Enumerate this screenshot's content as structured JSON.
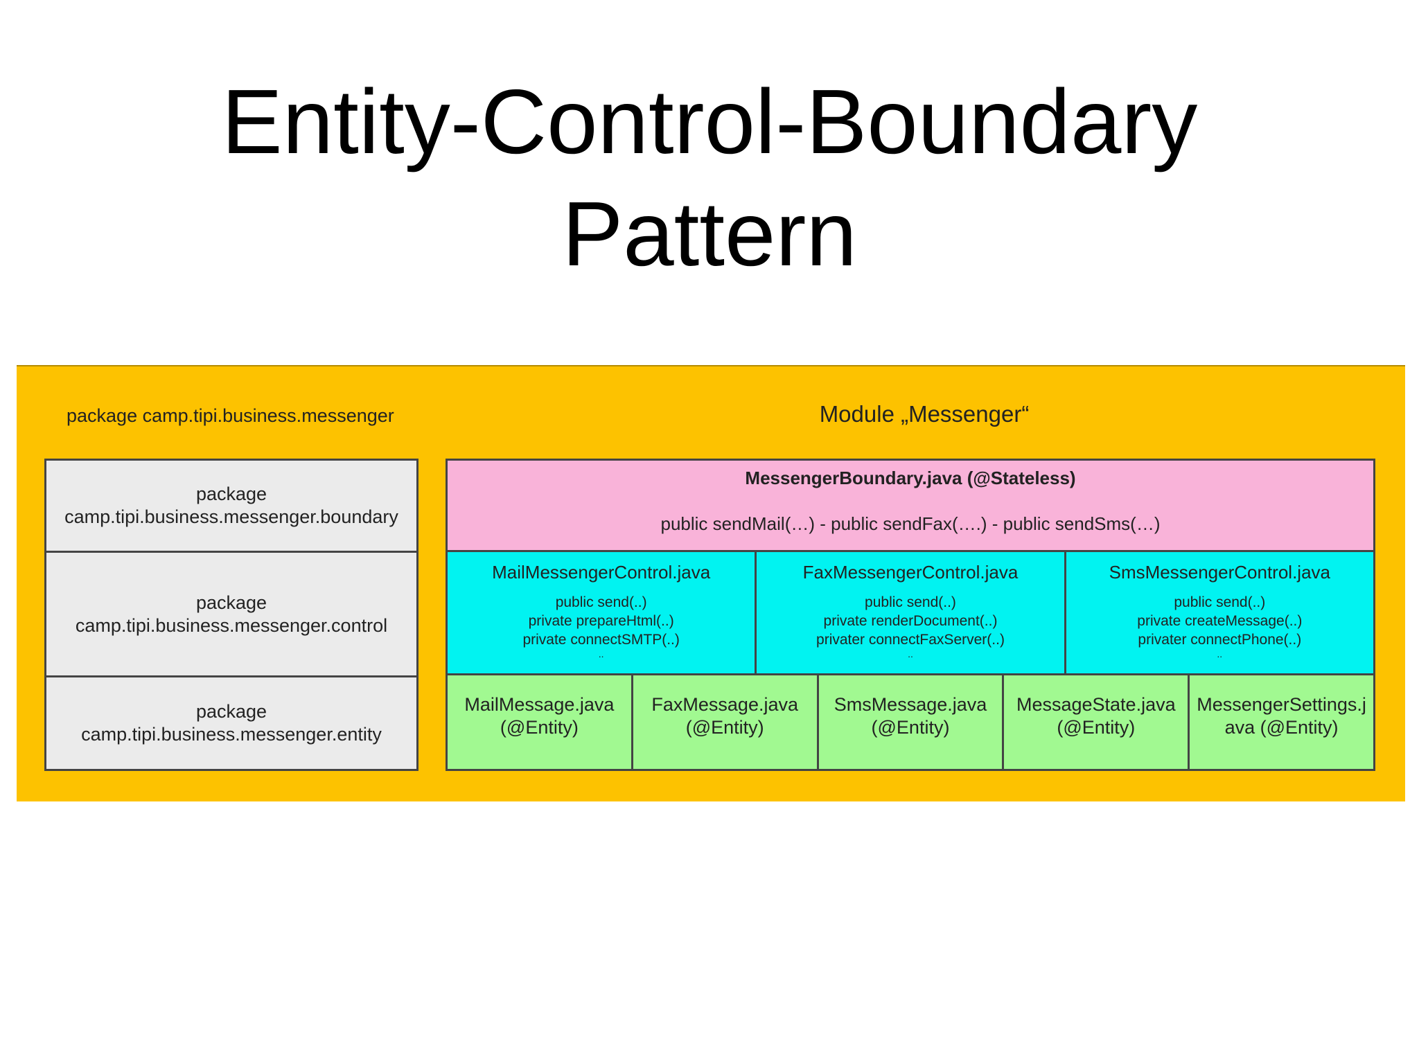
{
  "title": {
    "line1": "Entity-Control-Boundary",
    "line2": "Pattern"
  },
  "diagram": {
    "package_caption": "package camp.tipi.business.messenger",
    "module_caption": "Module „Messenger“",
    "packages": [
      {
        "line1": "package",
        "line2": "camp.tipi.business.messenger.boundary"
      },
      {
        "line1": "package",
        "line2": "camp.tipi.business.messenger.control"
      },
      {
        "line1": "package",
        "line2": "camp.tipi.business.messenger.entity"
      }
    ],
    "boundary": {
      "title": "MessengerBoundary.java (@Stateless)",
      "methods": "public sendMail(…)  - public sendFax(….)  -  public sendSms(…)"
    },
    "controls": [
      {
        "title": "MailMessengerControl.java",
        "m1": "public send(..)",
        "m2": "private prepareHtml(..)",
        "m3": "private connectSMTP(..)",
        "more": ".."
      },
      {
        "title": "FaxMessengerControl.java",
        "m1": "public send(..)",
        "m2": "private renderDocument(..)",
        "m3": "privater connectFaxServer(..)",
        "more": ".."
      },
      {
        "title": "SmsMessengerControl.java",
        "m1": "public send(..)",
        "m2": "private createMessage(..)",
        "m3": "privater connectPhone(..)",
        "more": ".."
      }
    ],
    "entities": [
      {
        "line1": "MailMessage.java",
        "line2": "(@Entity)"
      },
      {
        "line1": "FaxMessage.java",
        "line2": "(@Entity)"
      },
      {
        "line1": "SmsMessage.java",
        "line2": "(@Entity)"
      },
      {
        "line1": "MessageState.java",
        "line2": "(@Entity)"
      },
      {
        "line1": "MessengerSettings.j",
        "line2": "ava (@Entity)"
      }
    ],
    "colors": {
      "background": "#fdc200",
      "package_fill": "#ebebeb",
      "boundary_fill": "#f9b3d9",
      "control_fill": "#01f3f1",
      "entity_fill": "#a1f991"
    }
  }
}
